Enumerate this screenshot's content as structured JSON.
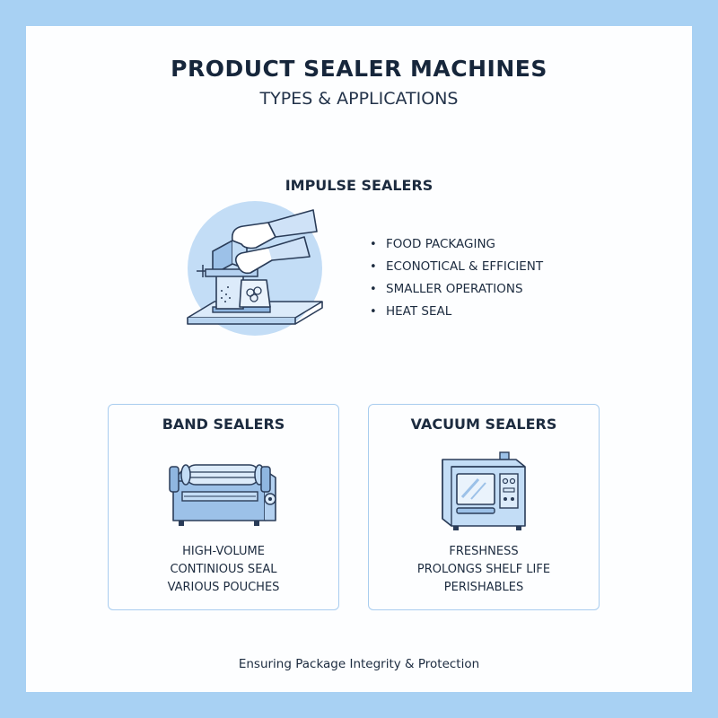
{
  "title": "PRODUCT SEALER MACHINES",
  "subtitle": "TYPES & APPLICATIONS",
  "impulse": {
    "heading": "IMPULSE SEALERS",
    "illustration_icon": "impulse-sealer-icon",
    "features": [
      "FOOD PACKAGING",
      "ECONOTICAL & EFFICIENT",
      "SMALLER OPERATIONS",
      "HEAT SEAL"
    ]
  },
  "band": {
    "heading": "BAND SEALERS",
    "illustration_icon": "band-sealer-icon",
    "features": [
      "HIGH-VOLUME",
      "CONTINIOUS SEAL",
      "VARIOUS POUCHES"
    ]
  },
  "vacuum": {
    "heading": "VACUUM SEALERS",
    "illustration_icon": "vacuum-sealer-icon",
    "features": [
      "FRESHNESS",
      "PROLONGS SHELF LIFE",
      "PERISHABLES"
    ]
  },
  "footer": "Ensuring Package Integrity & Protection",
  "colors": {
    "background": "#a8d1f3",
    "card": "#fdfeff",
    "accent_fill": "#c3ddf6",
    "outline": "#2a3c58",
    "text": "#1c2b3f"
  }
}
